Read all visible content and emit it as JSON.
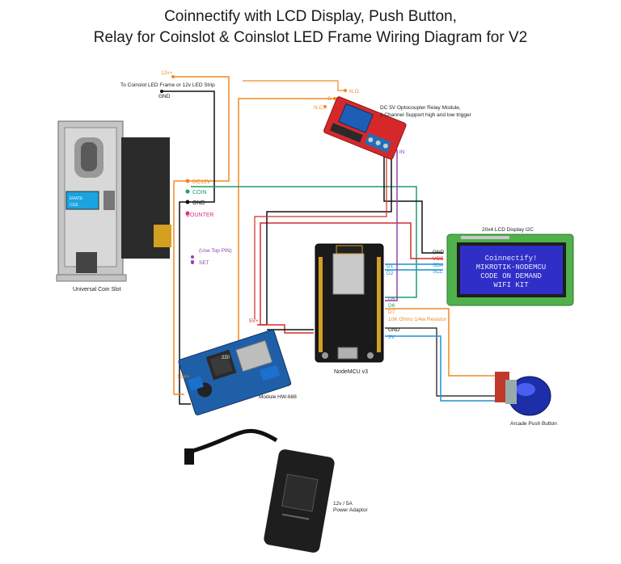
{
  "title_line1": "Coinnectify with LCD Display, Push Button,",
  "title_line2": "Relay for Coinslot & Coinslot LED Frame Wiring Diagram for V2",
  "colors": {
    "orange": "#f08a24",
    "green": "#1f9e6a",
    "red": "#d62b2b",
    "black": "#111111",
    "purple": "#8e44ad",
    "blue": "#1e90d0",
    "pcb_blue": "#1f5fa8",
    "relay_red": "#d6282b",
    "lcd_green": "#4fb04c",
    "lcd_screen": "#2f2fc8"
  },
  "labels": {
    "v12_top": "12v+",
    "led_strip": "To Coinslot LED Frame or 12v LED Strip",
    "gnd_top": "GND",
    "relay_no": "N.O.",
    "relay_c": "C",
    "relay_nc": "N.C.",
    "relay_title1": "DC 5V Optocoupler Relay Module,",
    "relay_title2": "1 Channel Support high and low trigger",
    "relay_in": "IN",
    "coin_dc12v": "DC12V",
    "coin_coin": "COIN",
    "coin_gnd": "GND",
    "coin_counter": "COUNTER",
    "use_top_pin": "(Use Top PIN)",
    "set": "SET",
    "coin_slot_caption": "Universal Coin Slot",
    "lcd_caption": "20x4 LCD Display I2C",
    "lcd_gnd": "GND",
    "lcd_vcc": "VCC",
    "lcd_sda": "SDA",
    "lcd_scl": "SCL",
    "lcd_line1": "Coinnectify!",
    "lcd_line2": "MIKROTIK-NODEMCU",
    "lcd_line3": "CODE ON DEMAND",
    "lcd_line4": "WIFI KIT",
    "mcu_d1": "D1",
    "mcu_d2": "D2",
    "mcu_d5": "D5",
    "mcu_d6": "D6",
    "mcu_d7": "D7",
    "mcu_gnd": "GND",
    "mcu_3v": "3V",
    "resistor": "10K Ohms 1/4w Resistor",
    "mcu_caption": "NodeMCU v3",
    "buck_5v": "5V+",
    "buck_12v": "12V+",
    "buck_caption": "Module HW-688",
    "button_caption": "Arcade Push Button",
    "adaptor_line1": "12v / 5A",
    "adaptor_line2": "Power Adaptor",
    "coin_small1": "ERATE",
    "coin_small2": "CGE",
    "buck_chip": "220"
  }
}
